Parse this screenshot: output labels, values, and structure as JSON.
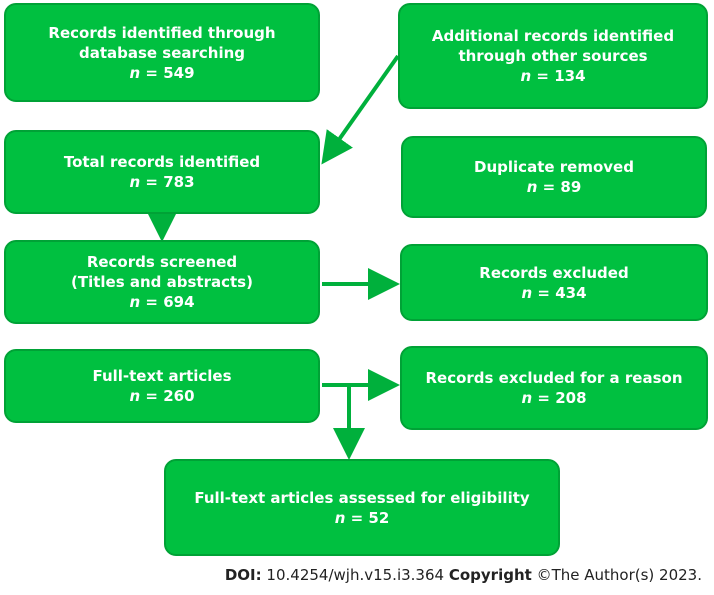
{
  "boxes": {
    "identified_db": {
      "line1": "Records identified through",
      "line2": "database searching",
      "n_label": "n",
      "n_value": "= 549"
    },
    "identified_other": {
      "line1": "Additional records identified",
      "line2": "through other sources",
      "n_label": "n",
      "n_value": "= 134"
    },
    "total": {
      "line1": "Total records identified",
      "n_label": "n",
      "n_value": "= 783"
    },
    "duplicates": {
      "line1": "Duplicate removed",
      "n_label": "n",
      "n_value": "= 89"
    },
    "screened": {
      "line1": "Records screened",
      "line2": "(Titles and abstracts)",
      "n_label": "n",
      "n_value": "= 694"
    },
    "excluded": {
      "line1": "Records excluded",
      "n_label": "n",
      "n_value": "= 434"
    },
    "fulltext": {
      "line1": "Full-text articles",
      "n_label": "n",
      "n_value": "= 260"
    },
    "excluded_reason": {
      "line1": "Records excluded for a reason",
      "n_label": "n",
      "n_value": "= 208"
    },
    "eligible": {
      "line1": "Full-text articles assessed for eligibility",
      "n_label": "n",
      "n_value": "= 52"
    }
  },
  "footer": {
    "doi_label": "DOI:",
    "doi_value": "10.4254/wjh.v15.i3.364",
    "copyright_label": "Copyright",
    "copyright_value": "©The Author(s) 2023."
  },
  "colors": {
    "box_fill": "#00c040",
    "box_border": "#00a236",
    "arrow": "#00b03c",
    "text": "#ffffff"
  }
}
